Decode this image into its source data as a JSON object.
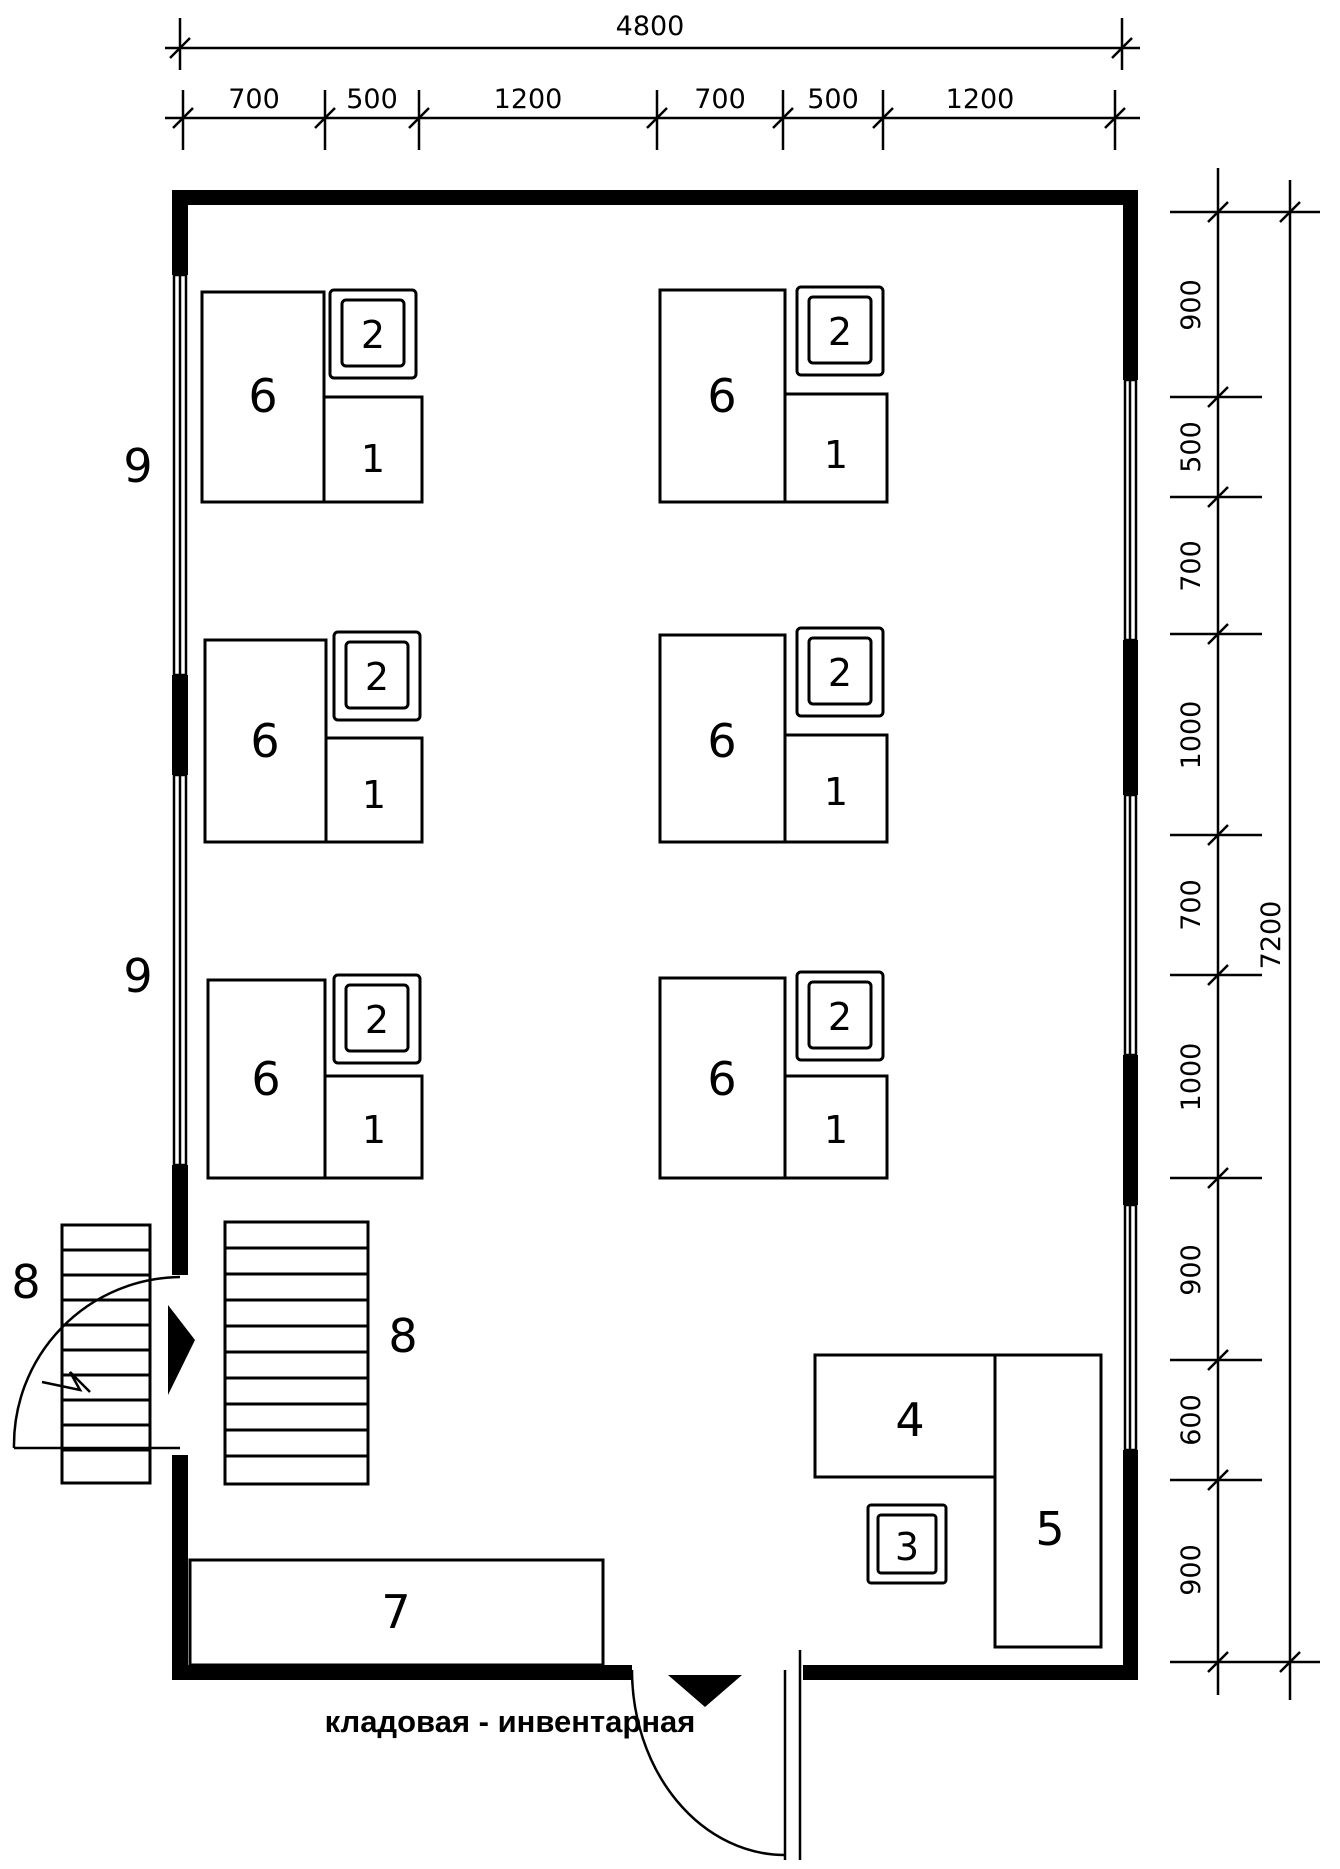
{
  "dimensions": {
    "top_total": "4800",
    "top_segments": [
      "700",
      "500",
      "1200",
      "700",
      "500",
      "1200"
    ],
    "right_total": "7200",
    "right_segments": [
      "900",
      "500",
      "700",
      "1000",
      "700",
      "1000",
      "900",
      "600",
      "900"
    ]
  },
  "labels": {
    "table": "6",
    "chair": "2",
    "cabinet": "1",
    "item3": "3",
    "item4": "4",
    "item5": "5",
    "item7": "7",
    "stairs": "8",
    "window": "9"
  },
  "caption": "кладовая - инвентарная"
}
